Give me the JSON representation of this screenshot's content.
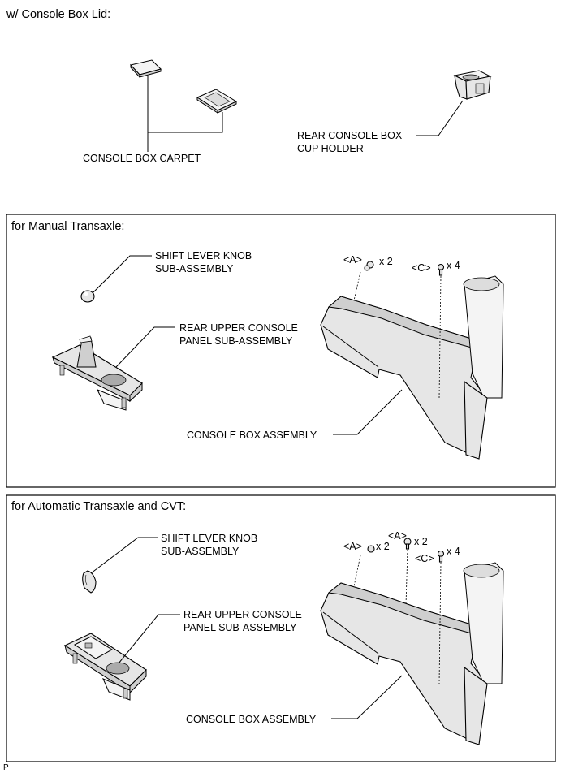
{
  "top": {
    "heading": "w/ Console Box Lid:",
    "carpet_label": "CONSOLE BOX CARPET",
    "cup_holder_label_1": "REAR CONSOLE BOX",
    "cup_holder_label_2": "CUP HOLDER"
  },
  "manual": {
    "heading": "for Manual Transaxle:",
    "knob_label_1": "SHIFT LEVER KNOB",
    "knob_label_2": "SUB-ASSEMBLY",
    "panel_label_1": "REAR UPPER CONSOLE",
    "panel_label_2": "PANEL SUB-ASSEMBLY",
    "console_label": "CONSOLE BOX ASSEMBLY",
    "fastener_a": "<A>",
    "fastener_a_qty": "x 2",
    "fastener_c": "<C>",
    "fastener_c_qty": "x 4"
  },
  "automatic": {
    "heading": "for Automatic Transaxle and CVT:",
    "knob_label_1": "SHIFT LEVER KNOB",
    "knob_label_2": "SUB-ASSEMBLY",
    "panel_label_1": "REAR UPPER CONSOLE",
    "panel_label_2": "PANEL SUB-ASSEMBLY",
    "console_label": "CONSOLE BOX ASSEMBLY",
    "fastener_a1": "<A>",
    "fastener_a1_qty": "x 2",
    "fastener_a2": "<A>",
    "fastener_a2_qty": "x 2",
    "fastener_c": "<C>",
    "fastener_c_qty": "x 4"
  },
  "footer": {
    "mark": "P"
  }
}
